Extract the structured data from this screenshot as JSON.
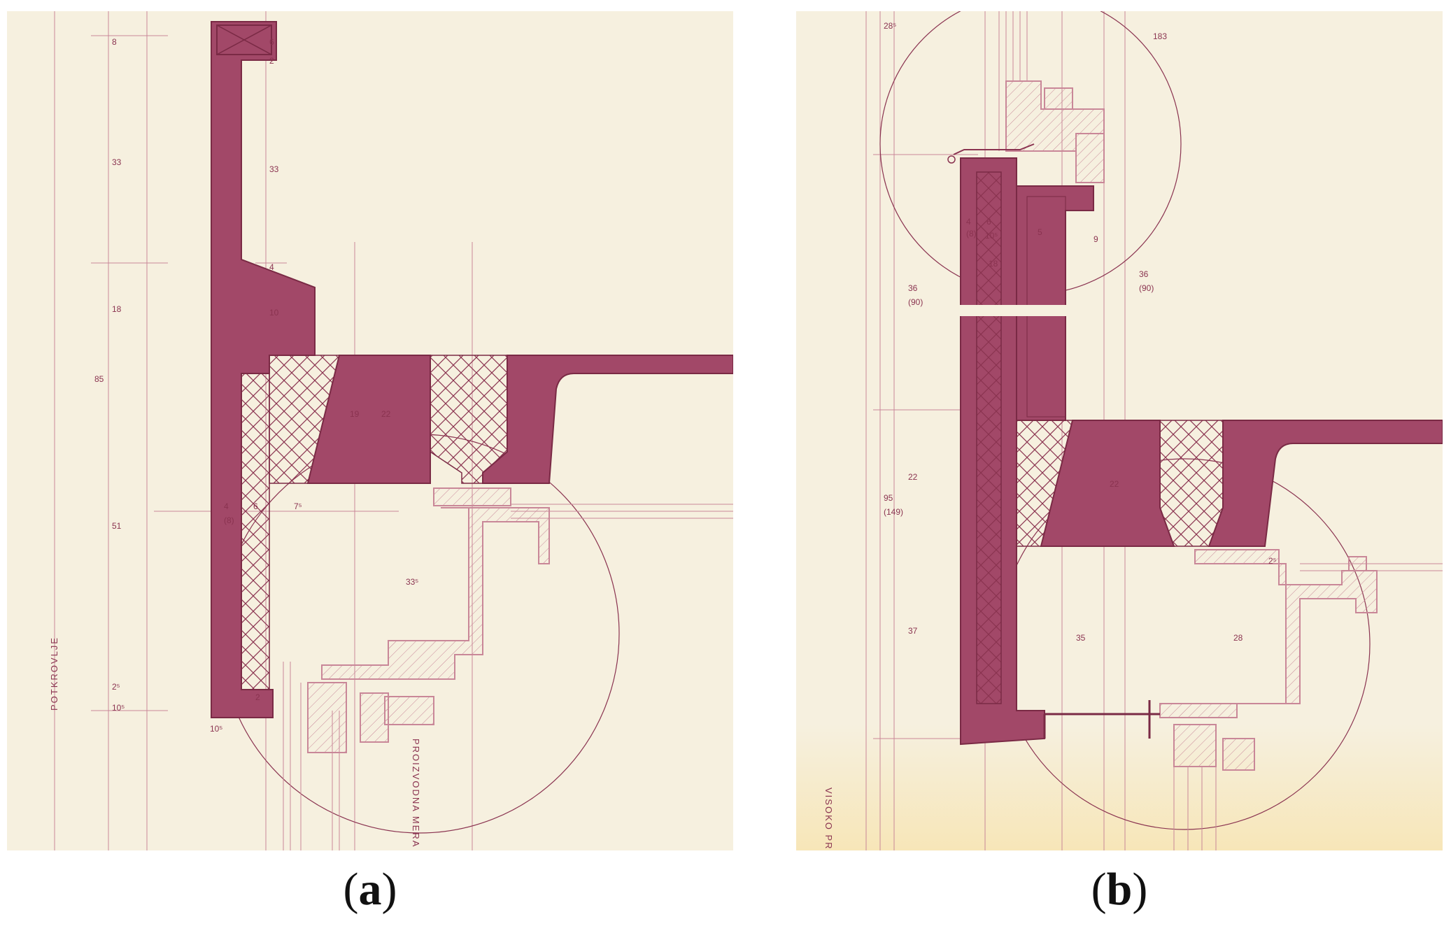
{
  "colors": {
    "paper": "#f6f0df",
    "ink": "#8a3350",
    "fill": "#a24868",
    "line": "#c98798"
  },
  "panels": [
    {
      "caption_open": "(",
      "caption_letter": "a",
      "caption_close": ")",
      "annotations": {
        "vertical_left": "POTKROVLJE",
        "vertical_bottom": "PROIZVODNA MERA",
        "dims_left": [
          "8",
          "33",
          "18",
          "85",
          "51",
          "2⁵",
          "10⁵"
        ],
        "dims_right": [
          "6",
          "2",
          "33",
          "4",
          "10",
          "22",
          "19"
        ],
        "dims_mid": [
          "4",
          "(8)",
          "6",
          "7⁵",
          "33⁵",
          "2",
          "10⁵"
        ]
      }
    },
    {
      "caption_open": "(",
      "caption_letter": "b",
      "caption_close": ")",
      "annotations": {
        "vertical_bottom": "VISOKO PR",
        "dims_left": [
          "28⁵",
          "36",
          "(90)",
          "95",
          "(149)",
          "22",
          "37"
        ],
        "dims_right": [
          "183",
          "36",
          "(90)",
          "22",
          "35",
          "28"
        ],
        "dims_mid": [
          "4",
          "(8)",
          "6",
          "10⁵",
          "5",
          "9",
          "18",
          "2⁵"
        ]
      }
    }
  ]
}
